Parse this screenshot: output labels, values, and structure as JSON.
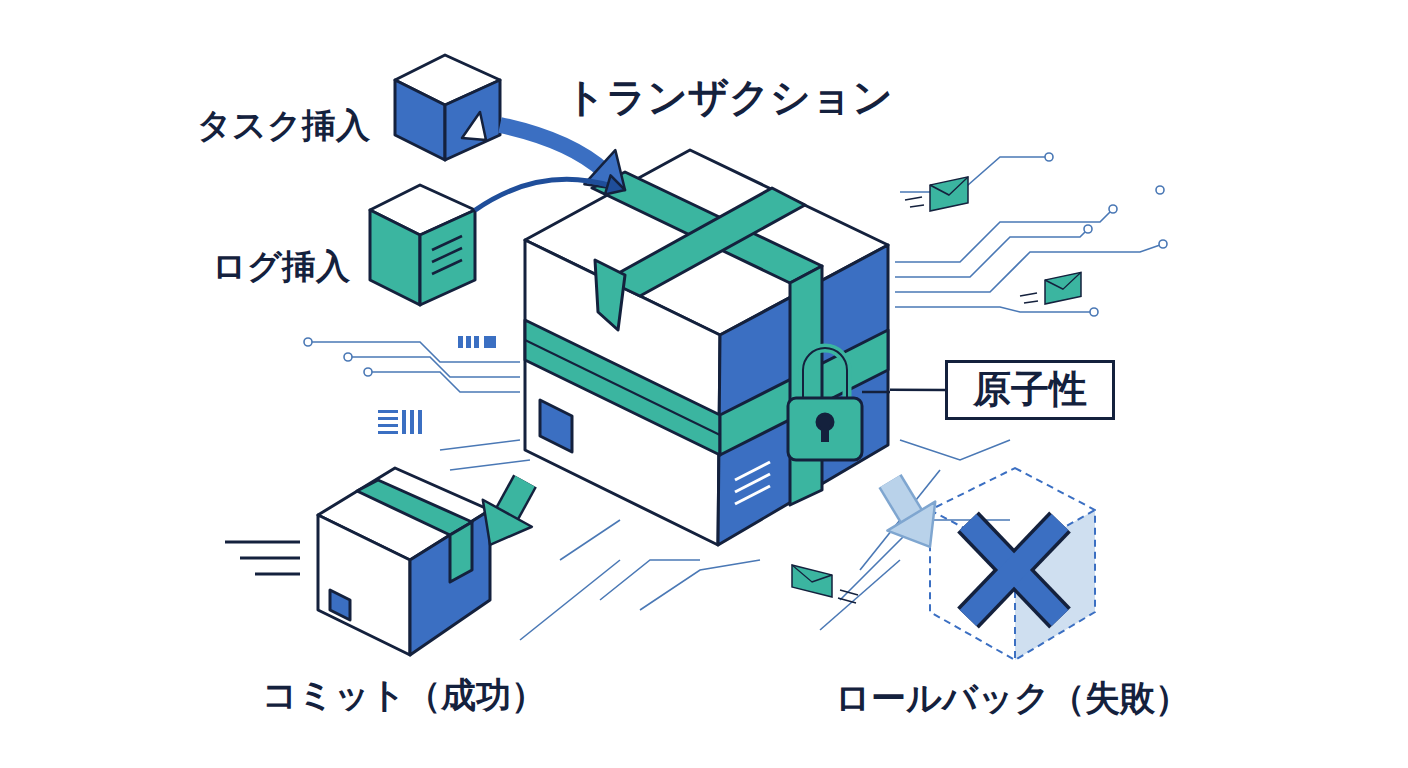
{
  "diagram": {
    "nodes": [
      {
        "text": [
          "タスク挿入"
        ]
      },
      {
        "text": [
          "ログ挿入"
        ]
      },
      {
        "text": [
          "トランザクション"
        ]
      },
      {
        "text": [
          "原子性"
        ]
      },
      {
        "text": [
          "コミット（成功）"
        ]
      },
      {
        "text": [
          "ロールバック（失敗）"
        ]
      }
    ],
    "edges": [
      {
        "from": 0,
        "to": 2,
        "arrow": "to"
      },
      {
        "from": 1,
        "to": 2,
        "arrow": "to"
      },
      {
        "from": 2,
        "to": 4,
        "arrow": "to"
      },
      {
        "from": 2,
        "to": 5,
        "arrow": "to"
      },
      {
        "from": 2,
        "to": 3,
        "arrow": "none"
      }
    ]
  }
}
